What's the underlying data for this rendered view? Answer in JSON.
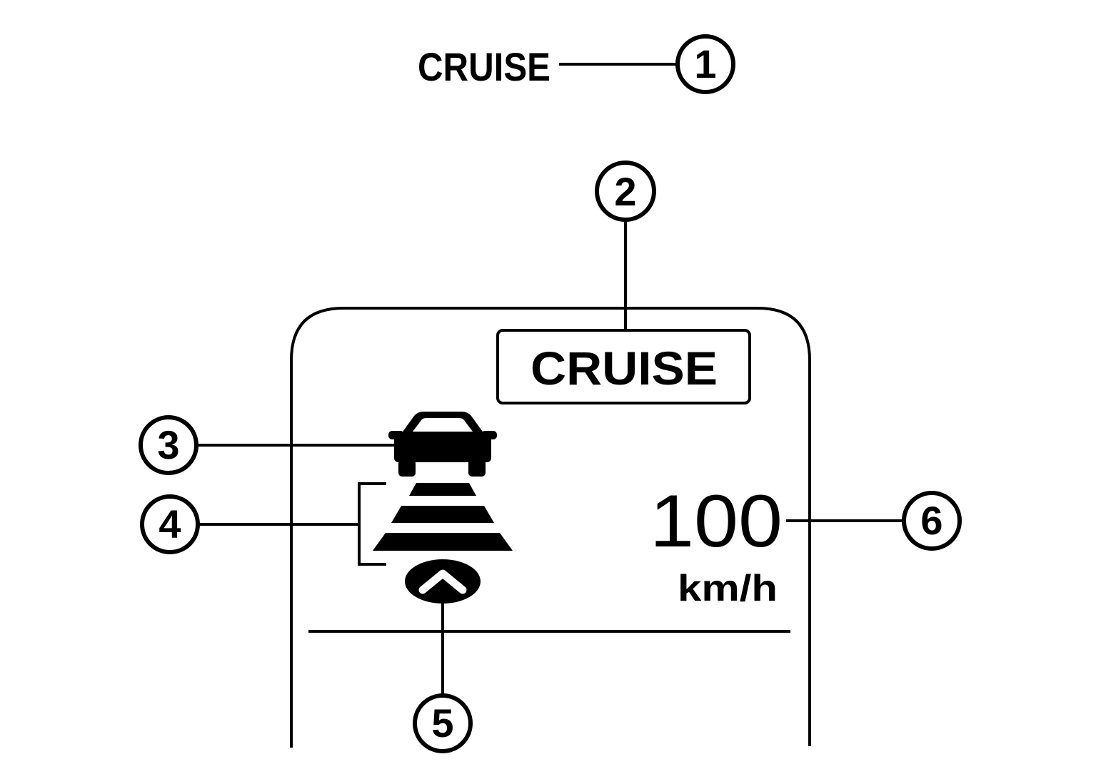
{
  "indicator_label": "CRUISE",
  "display": {
    "cruise_badge": "CRUISE",
    "set_speed": "100",
    "speed_unit": "km/h"
  },
  "callouts": [
    "1",
    "2",
    "3",
    "4",
    "5",
    "6"
  ],
  "icons": {
    "vehicle_ahead": "car-front-icon",
    "distance_bars": "distance-bars-icon",
    "own_vehicle": "chevron-up-icon"
  },
  "colors": {
    "ink": "#000000",
    "background": "#ffffff"
  }
}
